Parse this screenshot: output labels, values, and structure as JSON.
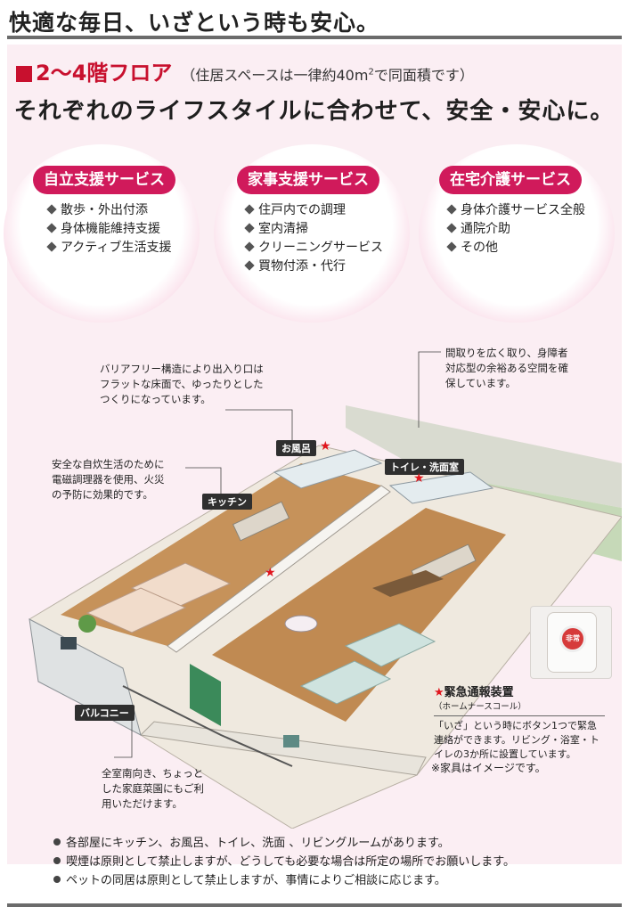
{
  "header": {
    "title": "快適な毎日、いざという時も安心。"
  },
  "floor": {
    "title": "2～4階フロア",
    "note_prefix": "（住居スペースは一律約40m",
    "note_sup": "2",
    "note_suffix": "で同面積です）"
  },
  "tagline": "それぞれのライフスタイルに合わせて、安全・安心に。",
  "services": [
    {
      "title": "自立支援サービス",
      "items": [
        "散歩・外出付添",
        "身体機能維持支援",
        "アクティブ生活支援"
      ]
    },
    {
      "title": "家事支援サービス",
      "items": [
        "住戸内での調理",
        "室内清掃",
        "クリーニングサービス",
        "買物付添・代行"
      ]
    },
    {
      "title": "在宅介護サービス",
      "items": [
        "身体介護サービス全般",
        "通院介助",
        "その他"
      ]
    }
  ],
  "callouts": {
    "barrier_free": [
      "バリアフリー構造により出入り口は",
      "フラットな床面で、ゆったりとした",
      "つくりになっています。"
    ],
    "layout": [
      "間取りを広く取り、身障者",
      "対応型の余裕ある空間を確",
      "保しています。"
    ],
    "kitchen": [
      "安全な自炊生活のために",
      "電磁調理器を使用、火災",
      "の予防に効果的です。"
    ],
    "balcony": [
      "全室南向き、ちょっと",
      "した家庭菜園にもご利",
      "用いただけます。"
    ]
  },
  "rooms": {
    "bath": "お風呂",
    "toilet": "トイレ・洗面室",
    "kitchen": "キッチン",
    "balcony": "バルコニー"
  },
  "device_label": "非常",
  "emergency": {
    "title": "緊急通報装置",
    "subtitle": "（ホームナースコール）",
    "desc": [
      "「いざ」という時にボタン1つで緊急",
      "連絡ができます。リビング・浴室・ト",
      "イレの3か所に設置しています。"
    ]
  },
  "furniture_note": "※家具はイメージです。",
  "bullets": [
    "各部屋にキッチン、お風呂、トイレ、洗面 、リビングルームがあります。",
    "喫煙は原則として禁止しますが、どうしても必要な場合は所定の場所でお願いします。",
    "ペットの同居は原則として禁止しますが、事情によりご相談に応じます。"
  ],
  "colors": {
    "accent": "#d01a5b",
    "red": "#c8102e",
    "panel": "#fbeef3",
    "star": "#e0161e"
  }
}
